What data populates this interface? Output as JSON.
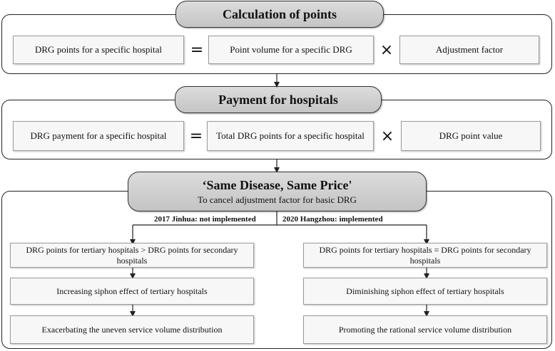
{
  "sections": {
    "calc": {
      "title": "Calculation of  points",
      "lhs": "DRG points for a specific hospital",
      "op1": "=",
      "term1": "Point volume for a specific DRG",
      "op2": "×",
      "term2": "Adjustment factor"
    },
    "payment": {
      "title": "Payment for hospitals",
      "lhs": "DRG payment for a specific hospital",
      "op1": "=",
      "term1": "Total DRG points for a specific hospital",
      "op2": "×",
      "term2": "DRG point value"
    },
    "same": {
      "title": "‘Same Disease, Same Price'",
      "subtitle": "To cancel adjustment factor for  basic DRG",
      "left_branch": {
        "label": "2017 Jinhua: not implemented",
        "steps": [
          "DRG points for tertiary hospitals > DRG points for secondary hospitals",
          "Increasing siphon effect of tertiary hospitals",
          "Exacerbating the uneven service volume distribution"
        ]
      },
      "right_branch": {
        "label": "2020 Hangzhou: implemented",
        "steps": [
          "DRG points for tertiary hospitals = DRG points for secondary hospitals",
          "Diminishing siphon effect of tertiary hospitals",
          "Promoting the rational service volume distribution"
        ]
      }
    }
  }
}
